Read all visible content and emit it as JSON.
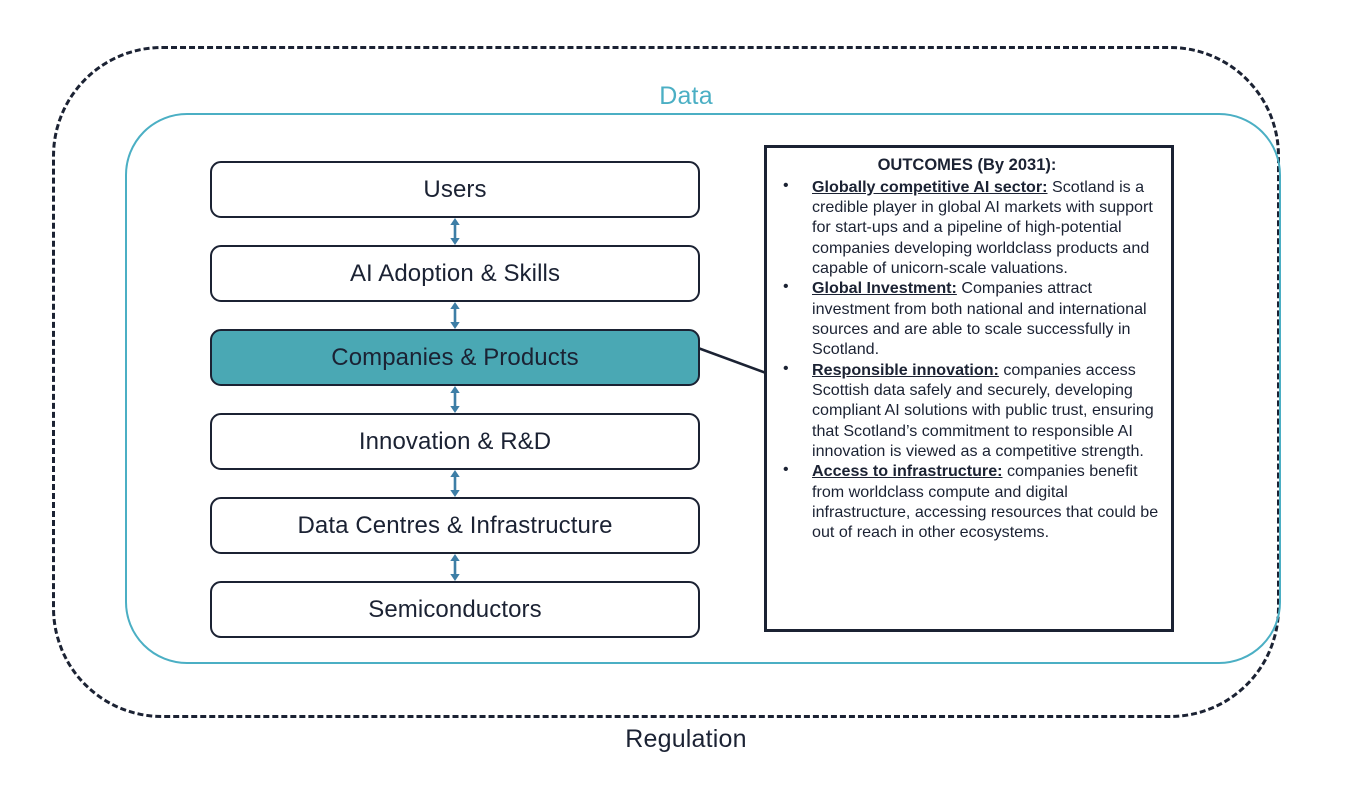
{
  "diagram": {
    "outer_boundary_label": "Regulation",
    "inner_boundary_label": "Data",
    "colors": {
      "highlight_fill": "#4AA8B4",
      "data_boundary": "#4BAFC4",
      "outline": "#1b2233",
      "arrow": "#3D7EA6"
    },
    "stack": {
      "layers": [
        {
          "label": "Users",
          "highlighted": false
        },
        {
          "label": "AI Adoption & Skills",
          "highlighted": false
        },
        {
          "label": "Companies & Products",
          "highlighted": true
        },
        {
          "label": "Innovation & R&D",
          "highlighted": false
        },
        {
          "label": "Data Centres & Infrastructure",
          "highlighted": false
        },
        {
          "label": "Semiconductors",
          "highlighted": false
        }
      ],
      "connector_icon": "double-headed-vertical-arrow"
    },
    "outcomes": {
      "title": "OUTCOMES (By 2031):",
      "items": [
        {
          "term": "Globally competitive AI sector:",
          "text": " Scotland is a credible player in global AI markets with support for start-ups and a pipeline of high-potential companies developing worldclass products and capable of unicorn-scale valuations."
        },
        {
          "term": "Global Investment:",
          "text": " Companies attract investment from both national and international sources and are able to scale successfully in Scotland."
        },
        {
          "term": "Responsible innovation:",
          "text": " companies access Scottish data safely and securely, developing compliant AI solutions with public trust, ensuring that Scotland’s commitment to responsible AI innovation is viewed as a competitive strength."
        },
        {
          "term": "Access to infrastructure:",
          "text": " companies benefit from worldclass compute and digital infrastructure, accessing resources that could be out of reach in other ecosystems."
        }
      ]
    }
  }
}
